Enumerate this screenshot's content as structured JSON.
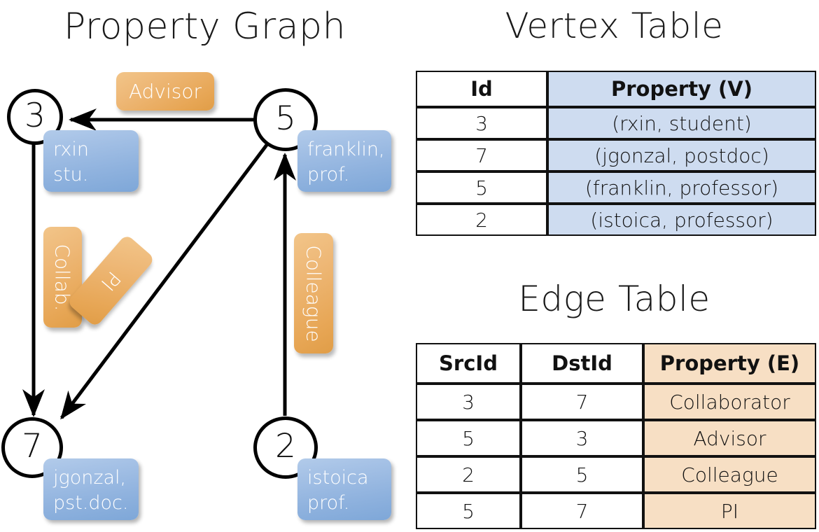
{
  "titles": {
    "property_graph": "Property Graph",
    "vertex_table": "Vertex Table",
    "edge_table": "Edge Table"
  },
  "graph": {
    "vertices": [
      {
        "id": "3",
        "property_label": "rxin\nstu."
      },
      {
        "id": "5",
        "property_label": "franklin,\nprof."
      },
      {
        "id": "7",
        "property_label": "jgonzal,\npst.doc."
      },
      {
        "id": "2",
        "property_label": "istoica\nprof."
      }
    ],
    "vertex_labels": {
      "v3_line1": "rxin",
      "v3_line2": "stu.",
      "v5_line1": "franklin,",
      "v5_line2": "prof.",
      "v7_line1": "jgonzal,",
      "v7_line2": "pst.doc.",
      "v2_line1": "istoica",
      "v2_line2": "prof."
    },
    "edge_labels": {
      "advisor": "Advisor",
      "collab": "Collab.",
      "pi": "PI",
      "colleague": "Colleague"
    },
    "edges": [
      {
        "from": "5",
        "to": "3",
        "label": "Advisor"
      },
      {
        "from": "3",
        "to": "7",
        "label": "Collab."
      },
      {
        "from": "5",
        "to": "7",
        "label": "PI"
      },
      {
        "from": "2",
        "to": "5",
        "label": "Colleague"
      }
    ]
  },
  "vertex_table": {
    "headers": [
      "Id",
      "Property (V)"
    ],
    "rows": [
      {
        "id": "3",
        "property": "(rxin, student)"
      },
      {
        "id": "7",
        "property": "(jgonzal, postdoc)"
      },
      {
        "id": "5",
        "property": "(franklin, professor)"
      },
      {
        "id": "2",
        "property": "(istoica, professor)"
      }
    ]
  },
  "edge_table": {
    "headers": [
      "SrcId",
      "DstId",
      "Property (E)"
    ],
    "rows": [
      {
        "src": "3",
        "dst": "7",
        "property": "Collaborator"
      },
      {
        "src": "5",
        "dst": "3",
        "property": "Advisor"
      },
      {
        "src": "2",
        "dst": "5",
        "property": "Colleague"
      },
      {
        "src": "5",
        "dst": "7",
        "property": "PI"
      }
    ]
  },
  "colors": {
    "vertex_property_blue": "#8fb2de",
    "edge_label_orange": "#e7a655",
    "vertex_table_cell": "#cedcf0",
    "edge_table_cell": "#f7dfc4",
    "stroke": "#000000"
  }
}
